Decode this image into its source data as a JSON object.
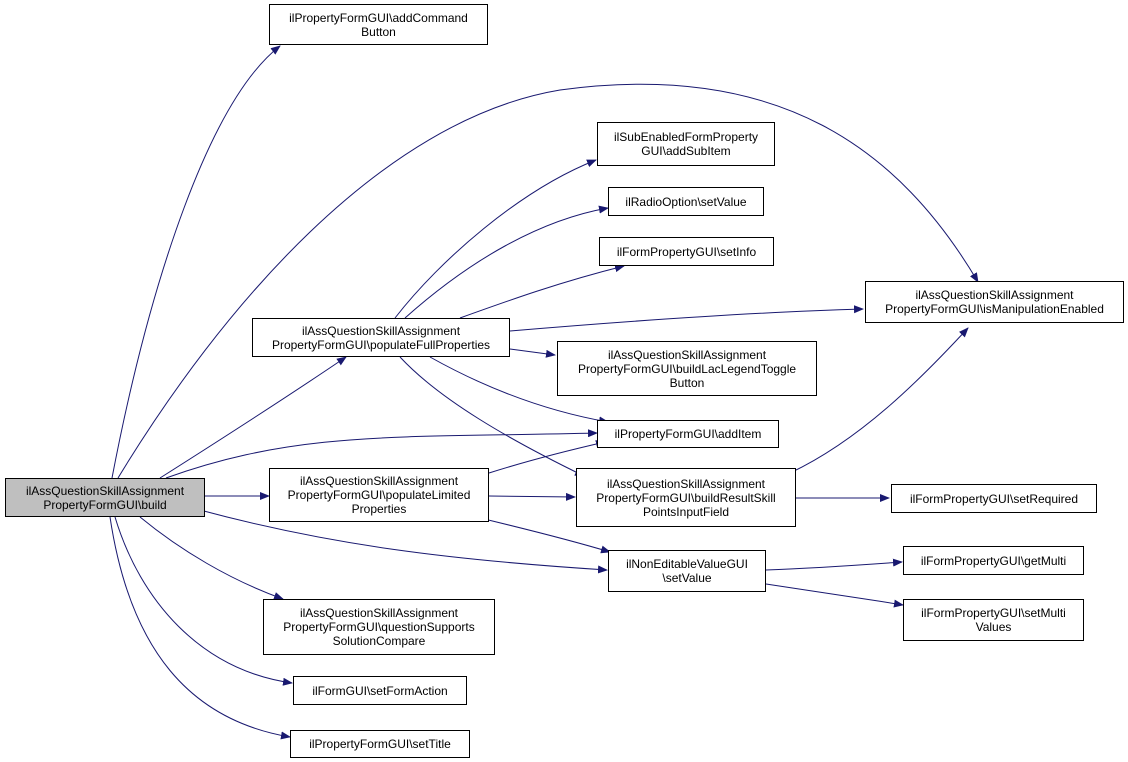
{
  "colors": {
    "edge": "#191970",
    "root_fill": "#bfbfbf",
    "node_border": "#000000"
  },
  "nodes": {
    "root": "ilAssQuestionSkillAssignment\nPropertyFormGUI\\build",
    "addCommandButton": "ilPropertyFormGUI\\addCommand\nButton",
    "populateFullProperties": "ilAssQuestionSkillAssignment\nPropertyFormGUI\\populateFullProperties",
    "populateLimitedProperties": "ilAssQuestionSkillAssignment\nPropertyFormGUI\\populateLimited\nProperties",
    "questionSupportsSolutionCompare": "ilAssQuestionSkillAssignment\nPropertyFormGUI\\questionSupports\nSolutionCompare",
    "setFormAction": "ilFormGUI\\setFormAction",
    "setTitle": "ilPropertyFormGUI\\setTitle",
    "addSubItem": "ilSubEnabledFormProperty\nGUI\\addSubItem",
    "radioSetValue": "ilRadioOption\\setValue",
    "setInfo": "ilFormPropertyGUI\\setInfo",
    "buildLacLegendToggleButton": "ilAssQuestionSkillAssignment\nPropertyFormGUI\\buildLacLegendToggle\nButton",
    "addItem": "ilPropertyFormGUI\\addItem",
    "buildResultSkillPointsInputField": "ilAssQuestionSkillAssignment\nPropertyFormGUI\\buildResultSkill\nPointsInputField",
    "nonEditableSetValue": "ilNonEditableValueGUI\n\\setValue",
    "isManipulationEnabled": "ilAssQuestionSkillAssignment\nPropertyFormGUI\\isManipulationEnabled",
    "setRequired": "ilFormPropertyGUI\\setRequired",
    "getMulti": "ilFormPropertyGUI\\getMulti",
    "setMultiValues": "ilFormPropertyGUI\\setMulti\nValues"
  }
}
